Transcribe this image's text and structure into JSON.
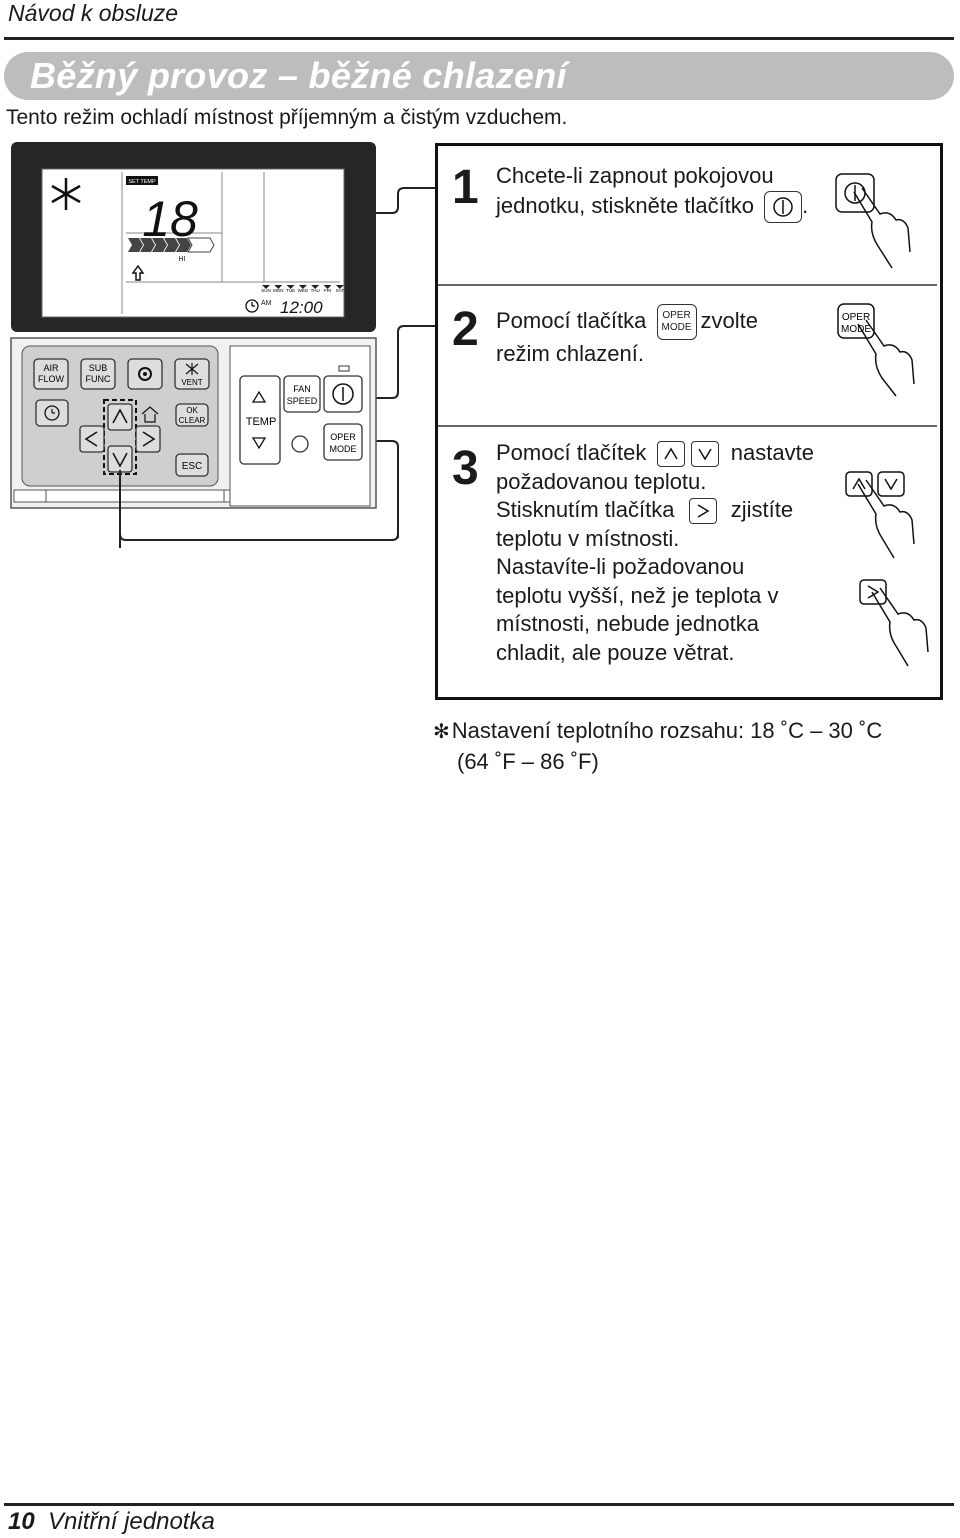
{
  "header": {
    "manual": "Návod k obsluze"
  },
  "section": {
    "title": "Běžný provoz – běžné chlazení",
    "intro": "Tento režim ochladí místnost příjemným a čistým vzduchem."
  },
  "remote": {
    "lcd": {
      "set_temp_label": "SET TEMP",
      "temp_value": "18",
      "fan_level": "HI",
      "am": "AM",
      "clock": "12:00",
      "days": [
        "SUN",
        "MON",
        "TUE",
        "WED",
        "THU",
        "FRI",
        "SAT"
      ]
    },
    "buttons": {
      "air_flow": [
        "AIR",
        "FLOW"
      ],
      "sub_func": [
        "SUB",
        "FUNC"
      ],
      "vent": "VENT",
      "ok_clear": [
        "OK",
        "CLEAR"
      ],
      "esc": "ESC",
      "fan_speed": [
        "FAN",
        "SPEED"
      ],
      "temp": "TEMP",
      "oper_mode": [
        "OPER",
        "MODE"
      ]
    }
  },
  "steps": [
    {
      "number": "1",
      "line1": "Chcete-li zapnout pokojovou",
      "line2": "jednotku, stiskněte tlačítko",
      "suffix": "."
    },
    {
      "number": "2",
      "before": "Pomocí tlačítka",
      "after": "zvolte",
      "line2": "režim chlazení.",
      "btn": [
        "OPER",
        "MODE"
      ]
    },
    {
      "number": "3",
      "before": "Pomocí tlačítek",
      "after": "nastavte",
      "line2": "požadovanou teplotu.",
      "line3_before": "Stisknutím tlačítka",
      "line3_after": "zjistíte",
      "line4": "teplotu v místnosti.",
      "line5": "Nastavíte-li požadovanou",
      "line6": "teplotu vyšší, než je teplota v",
      "line7": "místnosti, nebude jednotka",
      "line8": "chladit, ale pouze větrat."
    }
  ],
  "note": {
    "line1": "Nastavení teplotního rozsahu: 18 ˚C – 30 ˚C",
    "line2": "(64 ˚F – 86 ˚F)"
  },
  "footer": {
    "page": "10",
    "chapter": "Vnitřní jednotka"
  }
}
